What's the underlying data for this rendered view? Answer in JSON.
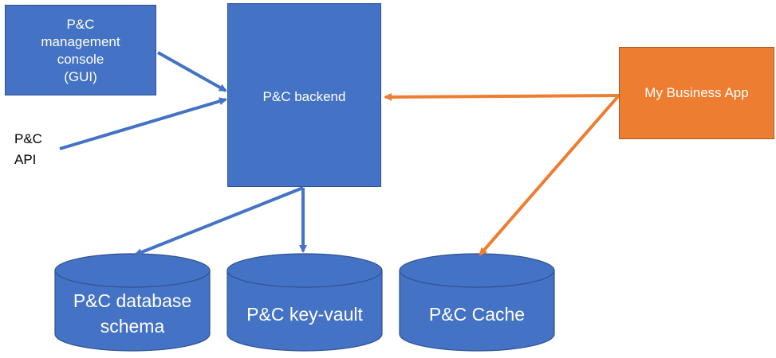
{
  "nodes": {
    "console": {
      "label": "P&C\nmanagement\nconsole\n(GUI)"
    },
    "backend": {
      "label": "P&C backend"
    },
    "business_app": {
      "label": "My Business App"
    },
    "api": {
      "label": "P&C\nAPI"
    }
  },
  "storage": {
    "database": {
      "label": "P&C database\nschema"
    },
    "key_vault": {
      "label": "P&C key-vault"
    },
    "cache": {
      "label": "P&C Cache"
    }
  },
  "colors": {
    "blue": "#4472C4",
    "blue_border": "#2F528F",
    "orange": "#ED7D31",
    "orange_border": "#AE5A21",
    "cylinder_top": "#4A78C9"
  }
}
